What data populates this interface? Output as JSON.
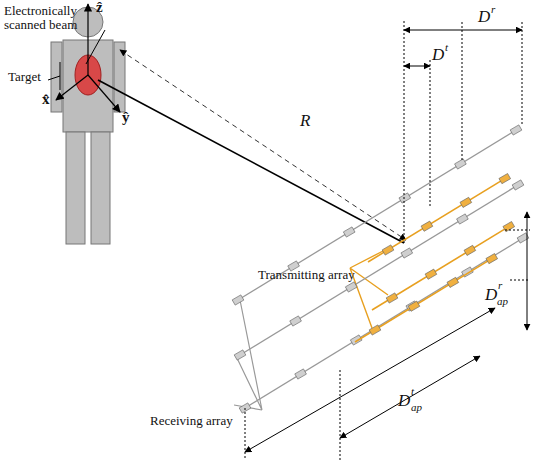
{
  "diagram": {
    "labels": [
      "Electronically scanned beam",
      "Target",
      "ẑ",
      "x̂",
      "ŷ",
      "R",
      "D",
      "r",
      "D",
      "t",
      "Transmitting array",
      "Receiving array",
      "D",
      "r",
      "ap",
      "D",
      "t",
      "ap"
    ]
  }
}
